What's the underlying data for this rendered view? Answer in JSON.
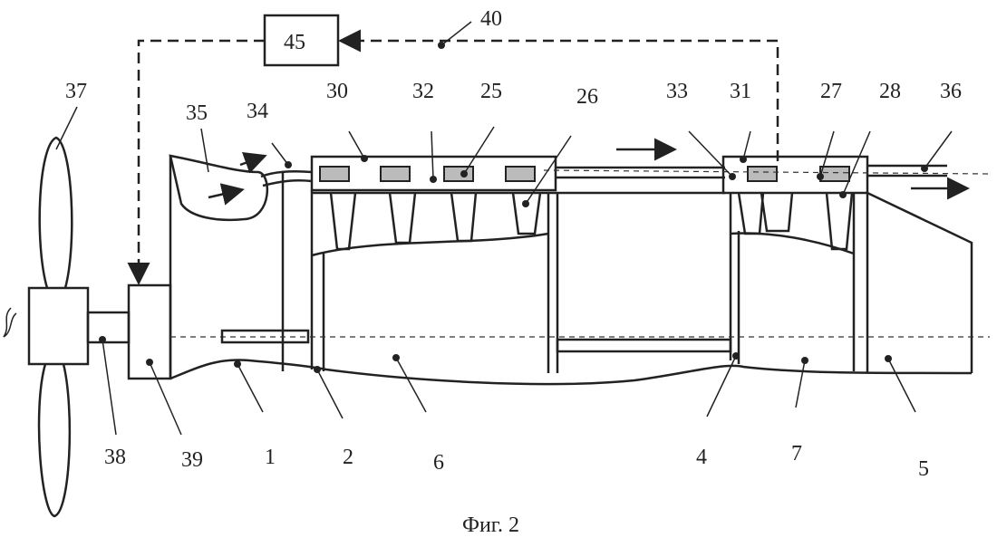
{
  "labels": {
    "l40": "40",
    "l45": "45",
    "l37": "37",
    "l35": "35",
    "l34": "34",
    "l30": "30",
    "l32": "32",
    "l25": "25",
    "l26": "26",
    "l33": "33",
    "l31": "31",
    "l27": "27",
    "l28": "28",
    "l36": "36",
    "l38": "38",
    "l39": "39",
    "l1": "1",
    "l2": "2",
    "l6": "6",
    "l4": "4",
    "l7": "7",
    "l5": "5"
  },
  "caption": "Фиг. 2"
}
